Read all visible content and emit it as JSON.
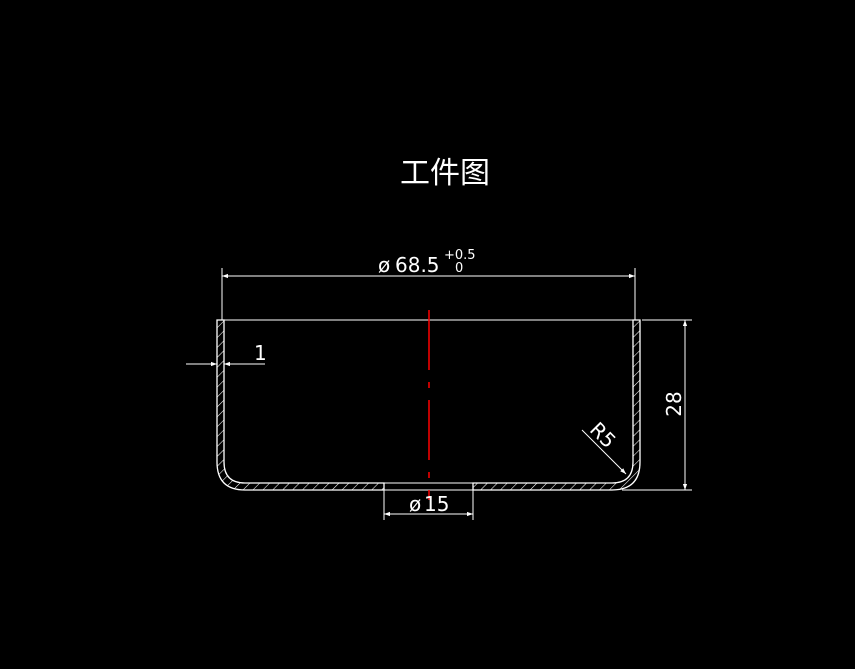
{
  "drawing": {
    "title": "工件图",
    "background_color": "#000000",
    "line_color": "#ffffff",
    "centerline_color": "#ff0000"
  },
  "dimensions": {
    "outer_diameter": {
      "prefix": "ø",
      "value": "68.5",
      "tol_upper": "+0.5",
      "tol_lower": "0"
    },
    "wall_thickness": "1",
    "height": "28",
    "bottom_hole": {
      "prefix": "ø",
      "value": "15"
    },
    "fillet_radius": "R5"
  }
}
